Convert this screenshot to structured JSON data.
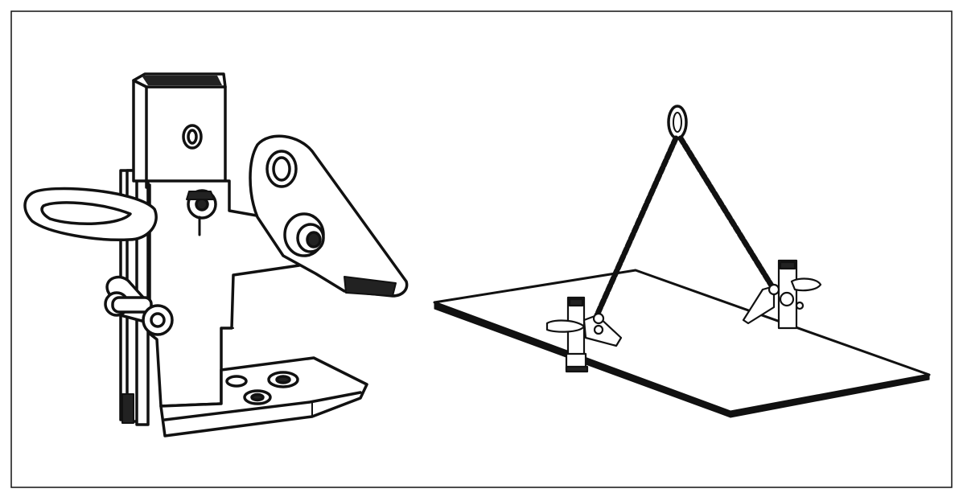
{
  "figure": {
    "background": "#ffffff",
    "line_color": "#111111",
    "panels": [
      {
        "id": "clamp-detail",
        "content": "plate-lifting-clamp-closeup"
      },
      {
        "id": "lifting-setup",
        "content": "plate-lifted-by-two-clamps-and-chain-sling"
      }
    ]
  }
}
